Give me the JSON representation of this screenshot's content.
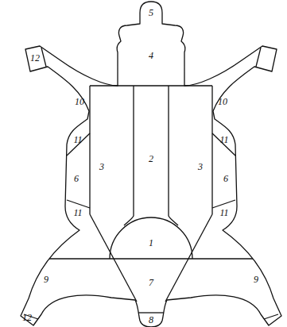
{
  "diagram": {
    "labels": [
      "5",
      "4",
      "12",
      "10",
      "10",
      "3",
      "2",
      "3",
      "11",
      "11",
      "6",
      "6",
      "11",
      "11",
      "1",
      "9",
      "9",
      "7",
      "12",
      "8"
    ]
  }
}
